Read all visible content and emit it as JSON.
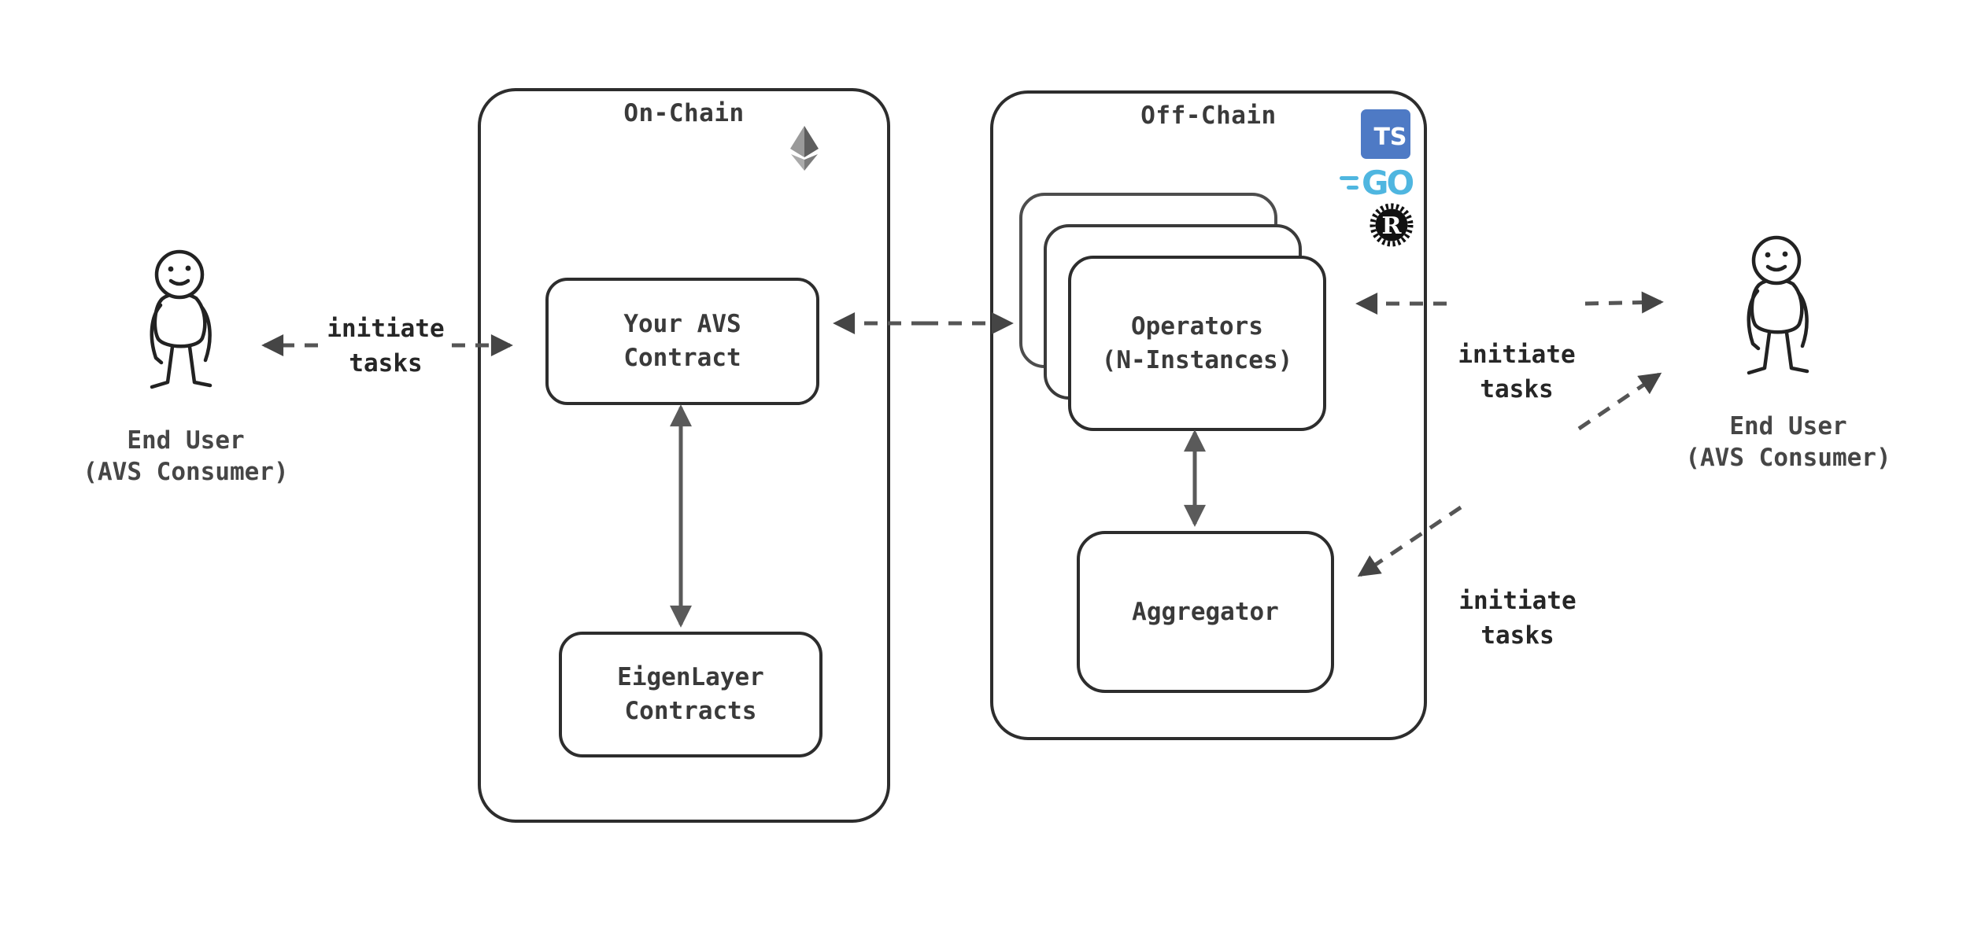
{
  "diagram": {
    "containers": {
      "on_chain": {
        "title": "On-Chain"
      },
      "off_chain": {
        "title": "Off-Chain"
      }
    },
    "nodes": {
      "your_avs_contract": {
        "label": "Your AVS\nContract"
      },
      "eigenlayer_contracts": {
        "label": "EigenLayer\nContracts"
      },
      "operators": {
        "label": "Operators\n(N-Instances)"
      },
      "aggregator": {
        "label": "Aggregator"
      },
      "end_user_left": {
        "label": "End User\n(AVS Consumer)"
      },
      "end_user_right": {
        "label": "End User\n(AVS Consumer)"
      }
    },
    "edge_labels": {
      "left_initiate": "initiate\ntasks",
      "right_top_initiate": "initiate\ntasks",
      "right_diag_initiate": "initiate\ntasks"
    },
    "badges": {
      "typescript": "TS",
      "go": "GO",
      "rust": "R"
    },
    "icons": {
      "ethereum": "ethereum-logo",
      "typescript": "typescript-logo",
      "go": "go-logo",
      "rust": "rust-logo"
    },
    "colors": {
      "ts_blue": "#4e7ac5",
      "go_blue": "#4fb6e0",
      "rust_black": "#111111",
      "outline": "#2d2d2d",
      "arrow_solid": "#5a5a5a",
      "arrow_dashed": "#555555",
      "arrow_head": "#454545"
    }
  }
}
